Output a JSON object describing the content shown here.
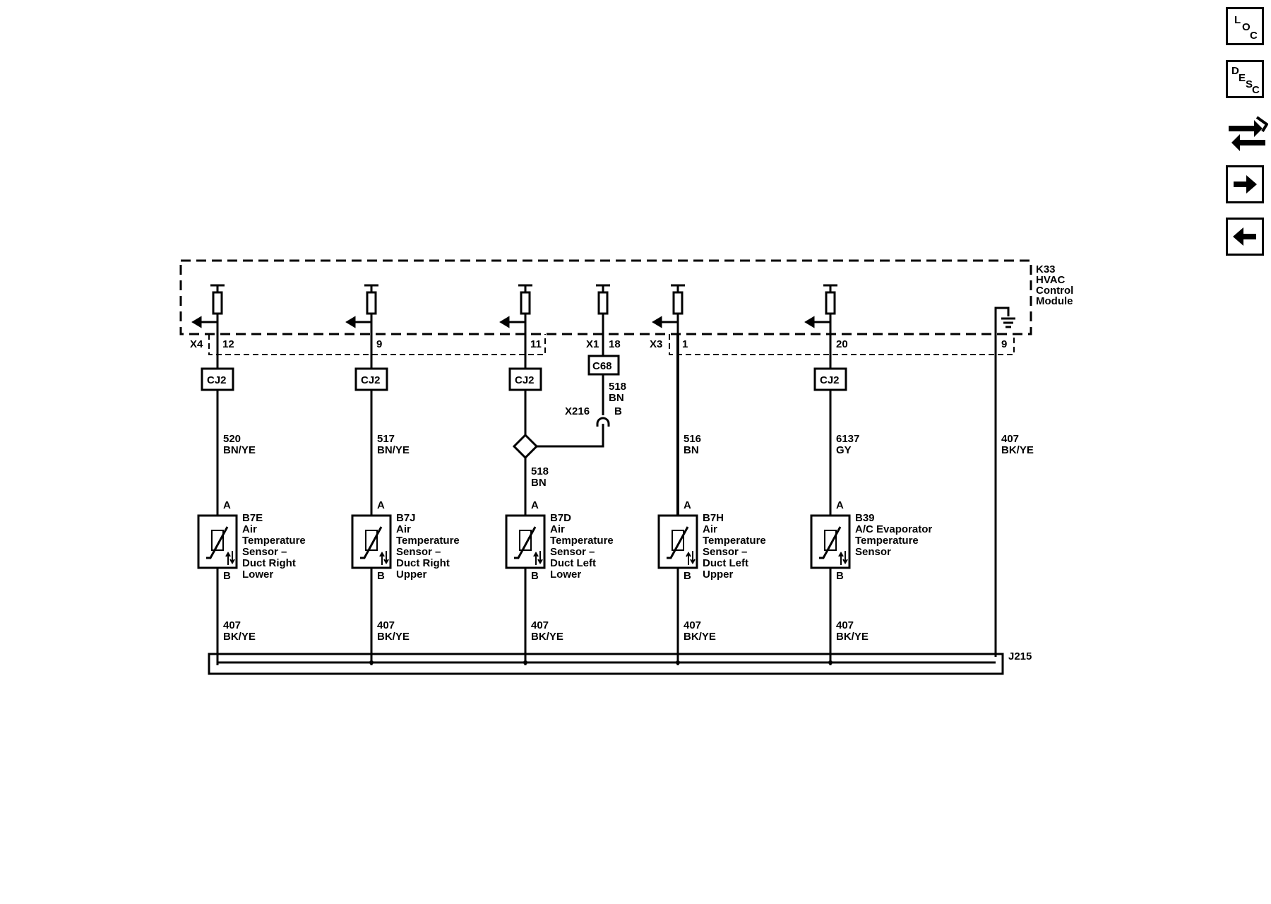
{
  "module": {
    "id": "K33",
    "name_line1": "HVAC",
    "name_line2": "Control",
    "name_line3": "Module"
  },
  "nav": {
    "loc": [
      "L",
      "O",
      "C"
    ],
    "desc": [
      "D",
      "E",
      "S",
      "C"
    ]
  },
  "connectors": {
    "x4": "X4",
    "x1": "X1",
    "x3": "X3"
  },
  "pins": {
    "p12": "12",
    "p9a": "9",
    "p11": "11",
    "p18": "18",
    "p1": "1",
    "p20": "20",
    "p9g": "9"
  },
  "splices": {
    "cj2": "CJ2",
    "c68": "C68",
    "x216": "X216",
    "x216_pin": "B",
    "j215": "J215"
  },
  "wires": {
    "w520": {
      "num": "520",
      "color": "BN/YE"
    },
    "w517": {
      "num": "517",
      "color": "BN/YE"
    },
    "w518a": {
      "num": "518",
      "color": "BN"
    },
    "w518b": {
      "num": "518",
      "color": "BN"
    },
    "w516": {
      "num": "516",
      "color": "BN"
    },
    "w6137": {
      "num": "6137",
      "color": "GY"
    },
    "w407": {
      "num": "407",
      "color": "BK/YE"
    }
  },
  "terminal": {
    "a": "A",
    "b": "B"
  },
  "sensors": [
    {
      "id": "B7E",
      "lines": [
        "Air",
        "Temperature",
        "Sensor –",
        "Duct Right",
        "Lower"
      ]
    },
    {
      "id": "B7J",
      "lines": [
        "Air",
        "Temperature",
        "Sensor –",
        "Duct Right",
        "Upper"
      ]
    },
    {
      "id": "B7D",
      "lines": [
        "Air",
        "Temperature",
        "Sensor –",
        "Duct Left",
        "Lower"
      ]
    },
    {
      "id": "B7H",
      "lines": [
        "Air",
        "Temperature",
        "Sensor –",
        "Duct Left",
        "Upper"
      ]
    },
    {
      "id": "B39",
      "lines": [
        "A/C Evaporator",
        "Temperature",
        "Sensor"
      ]
    }
  ]
}
